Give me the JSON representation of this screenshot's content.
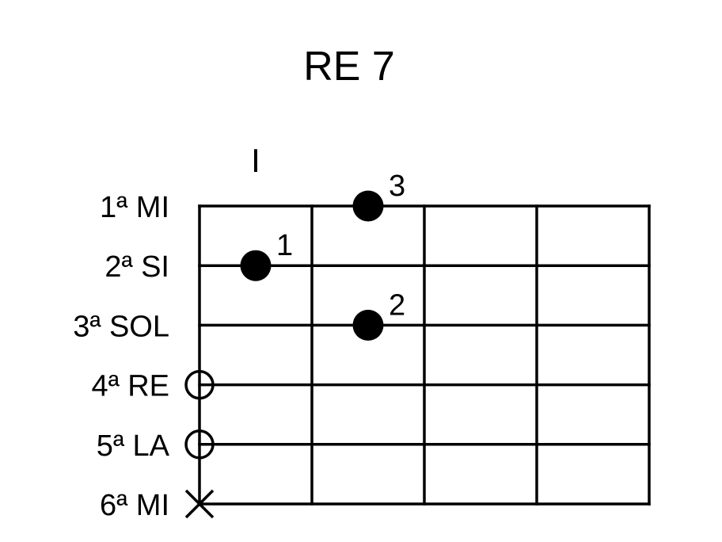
{
  "title": "RE 7",
  "fret_position_label": "I",
  "strings": [
    {
      "label": "1ª MI",
      "state": "fretted"
    },
    {
      "label": "2ª SI",
      "state": "fretted"
    },
    {
      "label": "3ª SOL",
      "state": "fretted"
    },
    {
      "label": "4ª RE",
      "state": "open"
    },
    {
      "label": "5ª LA",
      "state": "open"
    },
    {
      "label": "6ª MI",
      "state": "muted"
    }
  ],
  "fret_count": 4,
  "fingerings": [
    {
      "string": 1,
      "fret": 2,
      "finger": "3"
    },
    {
      "string": 2,
      "fret": 1,
      "finger": "1"
    },
    {
      "string": 3,
      "fret": 2,
      "finger": "2"
    }
  ],
  "colors": {
    "ink": "#000000",
    "background": "#ffffff"
  }
}
